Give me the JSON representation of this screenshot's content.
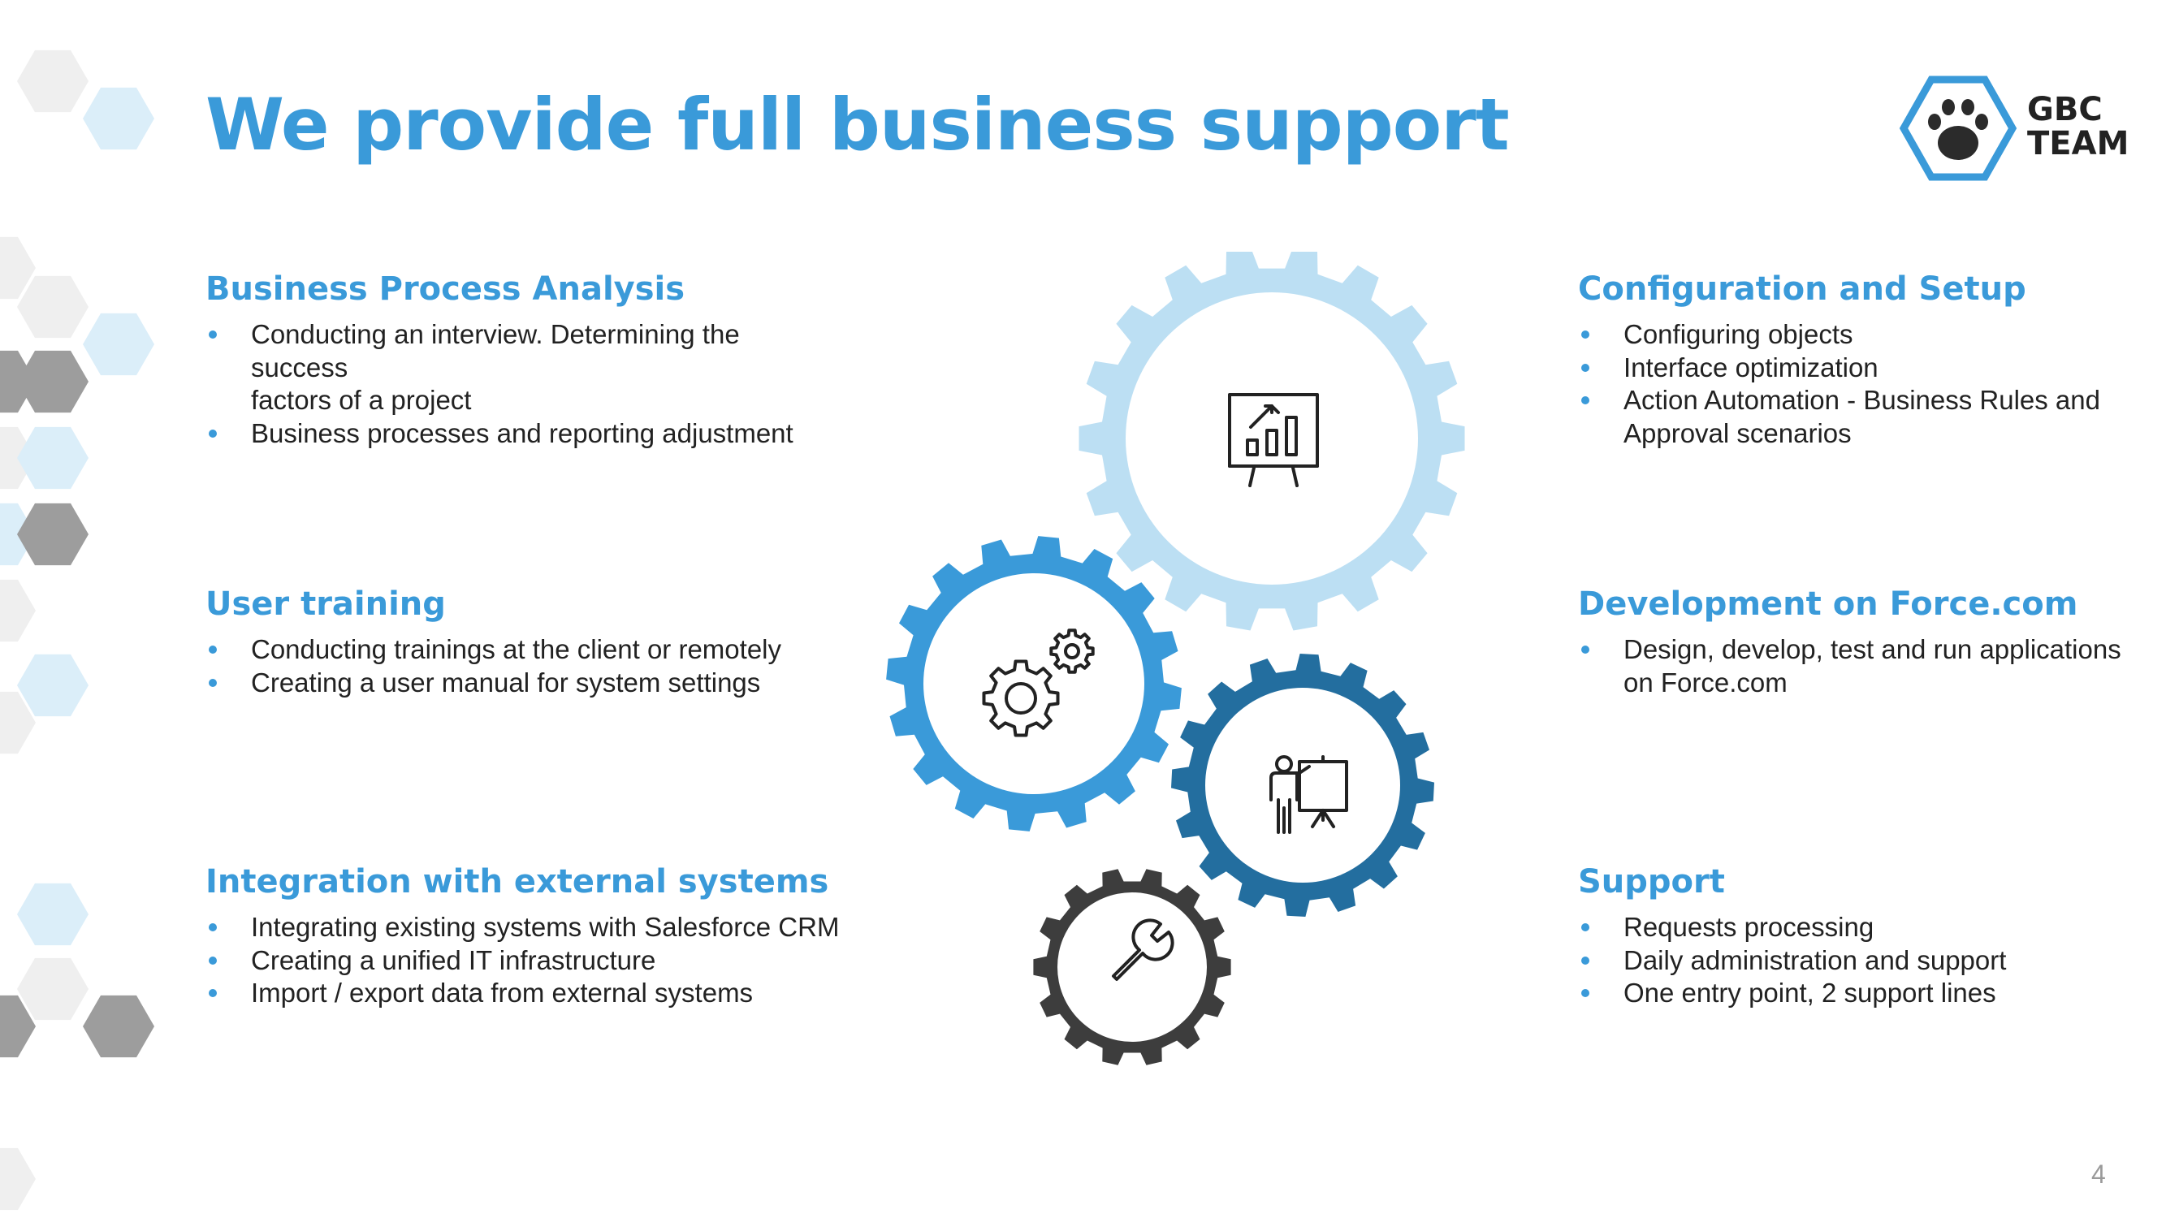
{
  "slide": {
    "title": "We provide full business support",
    "page_number": "4"
  },
  "logo": {
    "line1": "GBC",
    "line2": "TEAM",
    "icon": "paw-icon",
    "color": "#3a9ad9"
  },
  "colors": {
    "accent": "#3a9ad9",
    "gear_light": "#bcdff3",
    "gear_medium": "#3a9ad9",
    "gear_dark": "#236e9f",
    "gear_charcoal": "#3d3d3d",
    "hex_light_blue": "#dbeef9",
    "hex_light_gray": "#efefef",
    "hex_gray": "#9d9d9d"
  },
  "sections": {
    "business_process_analysis": {
      "title": "Business Process Analysis",
      "items": [
        "Conducting an interview. Determining the success\nfactors of a project",
        "Business processes and reporting adjustment"
      ]
    },
    "user_training": {
      "title": "User training",
      "items": [
        "Conducting trainings at the client or remotely",
        "Creating a user manual for system settings"
      ]
    },
    "integration": {
      "title": "Integration with external systems",
      "items": [
        "Integrating existing systems with Salesforce CRM",
        "Creating a unified IT infrastructure",
        "Import / export data from external systems"
      ]
    },
    "configuration": {
      "title": "Configuration and Setup",
      "items": [
        "Configuring objects",
        "Interface optimization",
        "Action Automation - Business Rules and Approval scenarios"
      ]
    },
    "development": {
      "title": "Development on Force.com",
      "items": [
        "Design, develop, test and run applications on Force.com"
      ]
    },
    "support": {
      "title": "Support",
      "items": [
        "Requests processing",
        "Daily administration and support",
        "One entry point, 2 support lines"
      ]
    }
  },
  "gears": [
    {
      "name": "gear-analytics",
      "color": "#bcdff3",
      "icon": "presentation-chart-icon"
    },
    {
      "name": "gear-settings",
      "color": "#3a9ad9",
      "icon": "cogs-icon"
    },
    {
      "name": "gear-training",
      "color": "#236e9f",
      "icon": "presenter-icon"
    },
    {
      "name": "gear-support",
      "color": "#3d3d3d",
      "icon": "wrench-icon"
    }
  ]
}
